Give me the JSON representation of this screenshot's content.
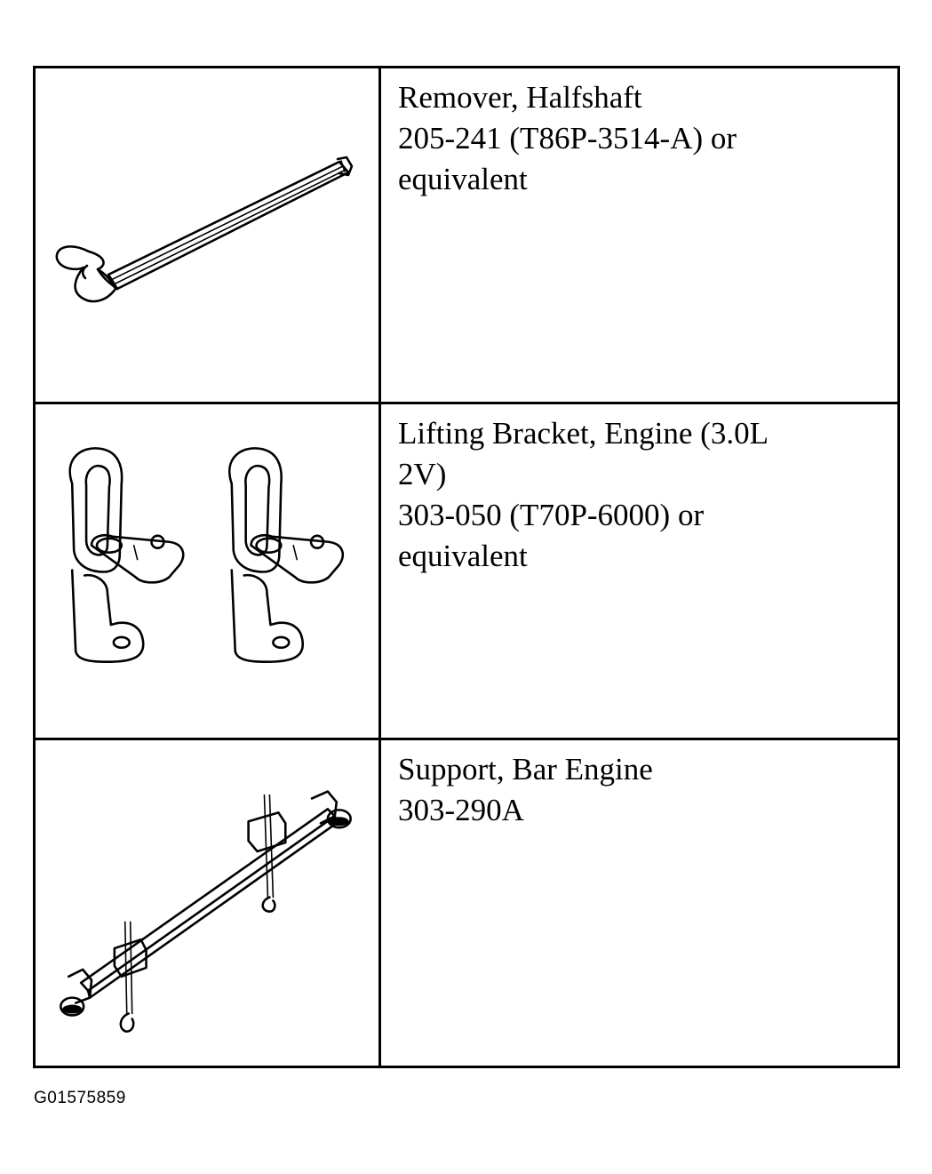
{
  "tools": [
    {
      "icon": "halfshaft-remover-icon",
      "lines": [
        "Remover, Halfshaft",
        "205-241 (T86P-3514-A) or",
        "equivalent"
      ]
    },
    {
      "icon": "engine-lifting-bracket-icon",
      "lines": [
        "Lifting Bracket, Engine (3.0L",
        "2V)",
        "303-050 (T70P-6000) or",
        "equivalent"
      ]
    },
    {
      "icon": "engine-support-bar-icon",
      "lines": [
        "Support, Bar Engine",
        "303-290A"
      ]
    }
  ],
  "figure_id": "G01575859"
}
